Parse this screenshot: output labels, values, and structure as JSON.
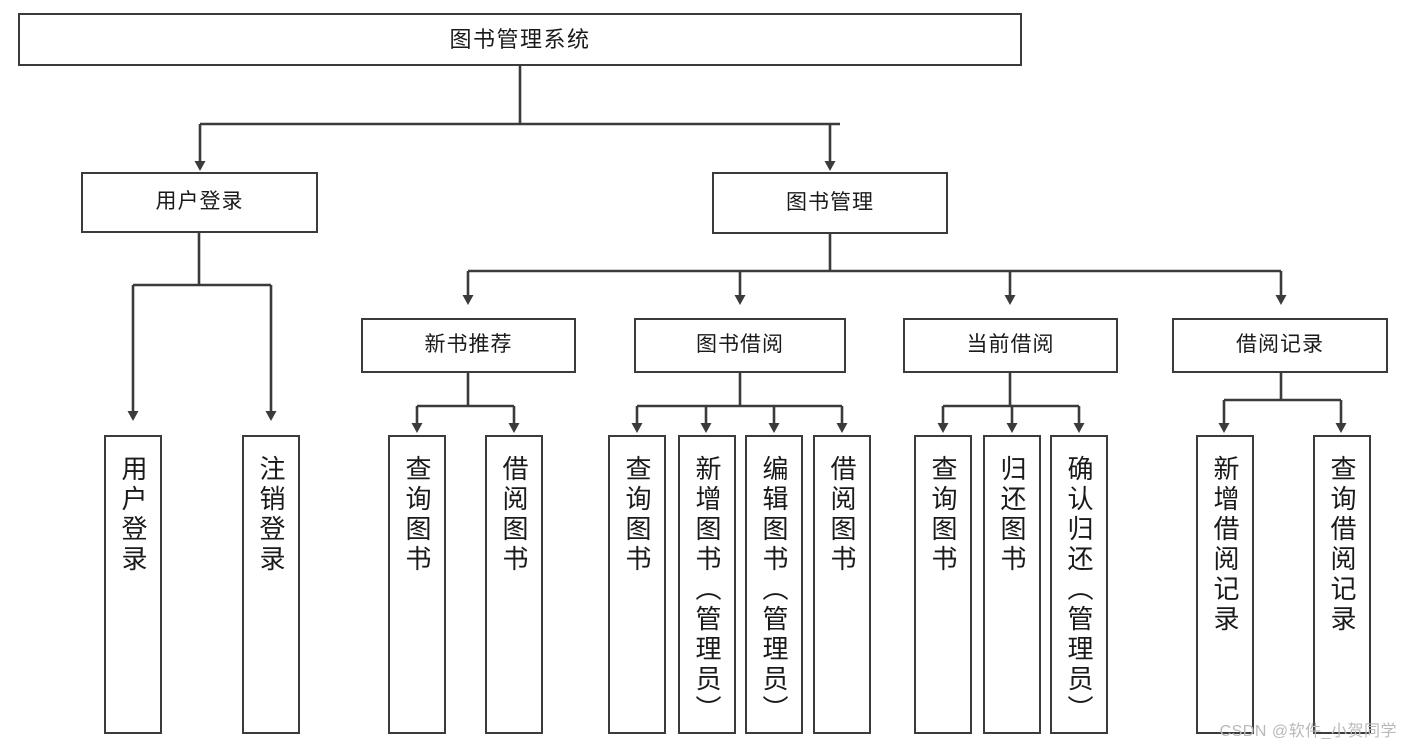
{
  "diagram": {
    "title": "图书管理系统",
    "type": "tree-hierarchy",
    "orientation": "top-down",
    "colors": {
      "stroke": "#3b3b3b",
      "fill": "#ffffff",
      "text": "#1a1a1a",
      "watermark": "#b9b9b9"
    }
  },
  "root": {
    "label": "图书管理系统"
  },
  "level2": [
    {
      "label": "用户登录"
    },
    {
      "label": "图书管理"
    }
  ],
  "level3": [
    {
      "label": "新书推荐"
    },
    {
      "label": "图书借阅"
    },
    {
      "label": "当前借阅"
    },
    {
      "label": "借阅记录"
    }
  ],
  "leaves": {
    "user_login": [
      {
        "label": "用户登录"
      },
      {
        "label": "注销登录"
      }
    ],
    "new_book": [
      {
        "label": "查询图书"
      },
      {
        "label": "借阅图书"
      }
    ],
    "book_borrow": [
      {
        "label": "查询图书"
      },
      {
        "label": "新增图书（管理员）"
      },
      {
        "label": "编辑图书（管理员）"
      },
      {
        "label": "借阅图书"
      }
    ],
    "current_borrow": [
      {
        "label": "查询图书"
      },
      {
        "label": "归还图书"
      },
      {
        "label": "确认归还（管理员）"
      }
    ],
    "borrow_record": [
      {
        "label": "新增借阅记录"
      },
      {
        "label": "查询借阅记录"
      }
    ]
  },
  "watermark": {
    "text": "CSDN @软件_小贺同学"
  }
}
